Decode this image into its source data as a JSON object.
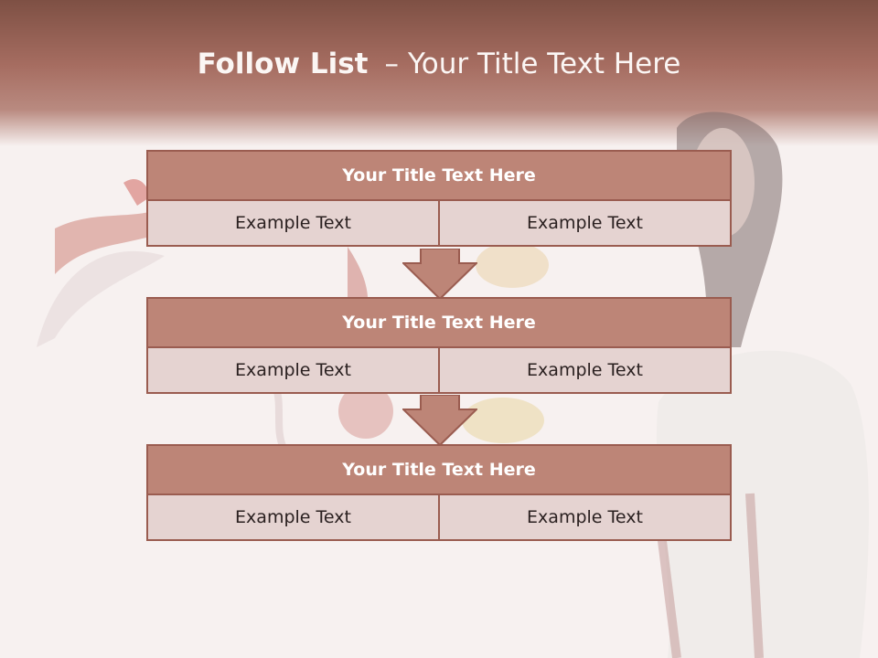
{
  "header": {
    "title_bold": "Follow List",
    "separator": "–",
    "title_rest": "Your Title Text Here"
  },
  "blocks": [
    {
      "title": "Your Title Text Here",
      "cells": [
        "Example Text",
        "Example Text"
      ]
    },
    {
      "title": "Your Title Text Here",
      "cells": [
        "Example Text",
        "Example Text"
      ]
    },
    {
      "title": "Your Title Text Here",
      "cells": [
        "Example Text",
        "Example Text"
      ]
    }
  ],
  "colors": {
    "header_dark": "#7e5044",
    "block_title": "#bd8577",
    "block_cell": "#e5d3d1",
    "border": "#9a5c50"
  }
}
